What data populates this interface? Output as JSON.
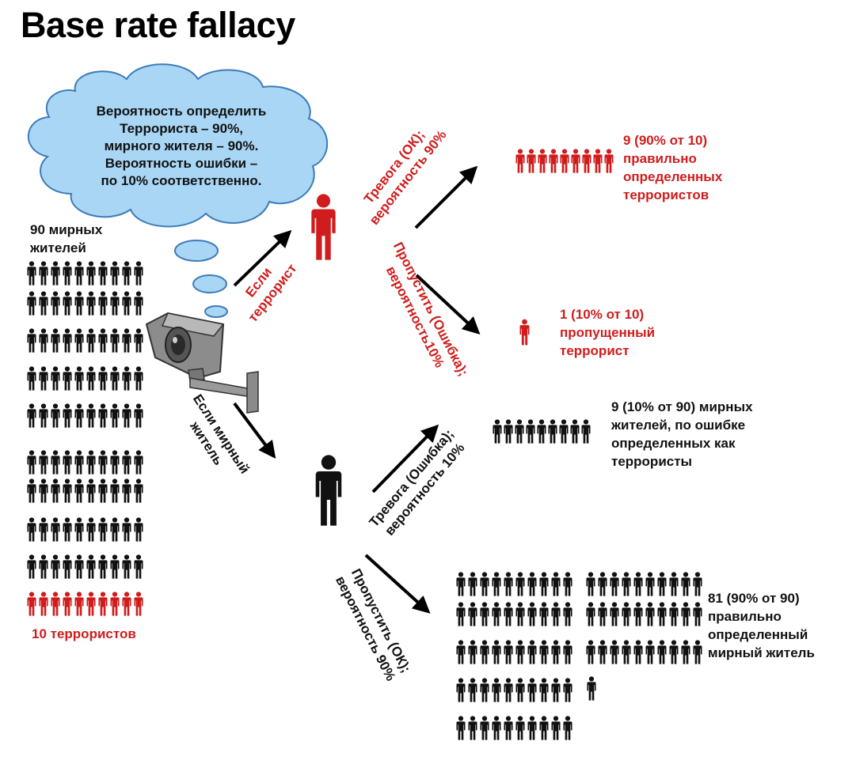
{
  "title": "Base rate fallacy",
  "cloud": {
    "lines": [
      "Вероятность определить",
      "Террориста – 90%,",
      "мирного жителя – 90%.",
      "Вероятность ошибки –",
      "по 10% соответственно."
    ]
  },
  "left": {
    "civilians_label": [
      "90 мирных",
      "жителей"
    ],
    "terrorists_label": "10 террористов"
  },
  "branches": {
    "if_terrorist": [
      "Если",
      "террорист"
    ],
    "if_civilian": [
      "Если мирный",
      "житель"
    ],
    "alarm_ok": [
      "Тревога (ОК);",
      "вероятность 90%"
    ],
    "miss_error": [
      "Пропустить (Ошибка);",
      "вероятность10%"
    ],
    "alarm_error": [
      "Тревога (Ошибка);",
      "вероятность 10%"
    ],
    "miss_ok": [
      "Пропустить (ОК);",
      "вероятность 90%"
    ]
  },
  "results": {
    "correct_terrorists": [
      "9 (90% от 10)",
      "правильно",
      "определенных",
      "террористов"
    ],
    "missed_terrorist": [
      "1 (10% от 10)",
      "пропущенный",
      "террорист"
    ],
    "false_alarm": [
      "9 (10% от 90) мирных",
      "жителей, по ошибке",
      "определенных как",
      "террористы"
    ],
    "correct_civilians": [
      "81 (90% от 90)",
      "правильно",
      "определенный",
      "мирный житель"
    ]
  },
  "colors": {
    "red": "#d01c1c",
    "black": "#111111",
    "cloud_fill": "#a9d6f5",
    "cloud_stroke": "#3d7bb8"
  },
  "icons": [
    "person-icon",
    "camera-icon",
    "arrow-icon",
    "cloud-icon"
  ]
}
